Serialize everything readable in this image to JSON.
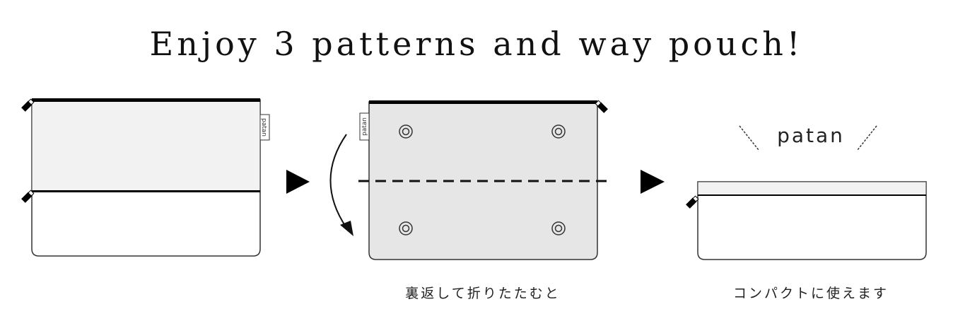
{
  "title": "Enjoy 3 patterns and way pouch!",
  "tag_label": "patan",
  "brand_label": "patan",
  "captions": {
    "fold": "裏返して折りたたむと",
    "compact": "コンパクトに使えます"
  },
  "colors": {
    "outline": "#333333",
    "zipper": "#000000",
    "light_panel": "#f2f2f2",
    "back_panel": "#e6e6e6"
  }
}
